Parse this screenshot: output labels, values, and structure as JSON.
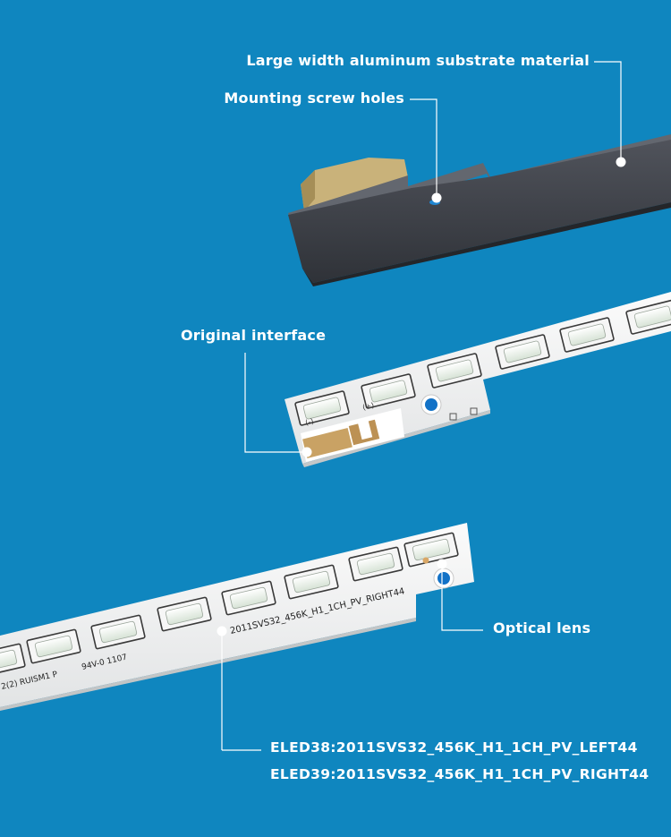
{
  "colors": {
    "background": "#0f86bf",
    "callout_line": "#ffffff",
    "substrate": "#3a3d44",
    "pcb": "#f2f3f3",
    "led_lens": "#e8eee6"
  },
  "labels": {
    "substrate": "Large width aluminum substrate material",
    "screw_holes": "Mounting screw holes",
    "interface": "Original interface",
    "optical_lens": "Optical lens",
    "model_left": "ELED38:2011SVS32_456K_H1_1CH_PV_LEFT44",
    "model_right": "ELED39:2011SVS32_456K_H1_1CH_PV_RIGHT44"
  },
  "pcb_print": {
    "model_text": "2011SVS32_456K_H1_1CH_PV_RIGHT44",
    "date_code": "94V-0  1107",
    "lot_code": "2(2)  RUISM1 P",
    "polarity_neg": "(-)",
    "polarity_pos": "(+)"
  }
}
